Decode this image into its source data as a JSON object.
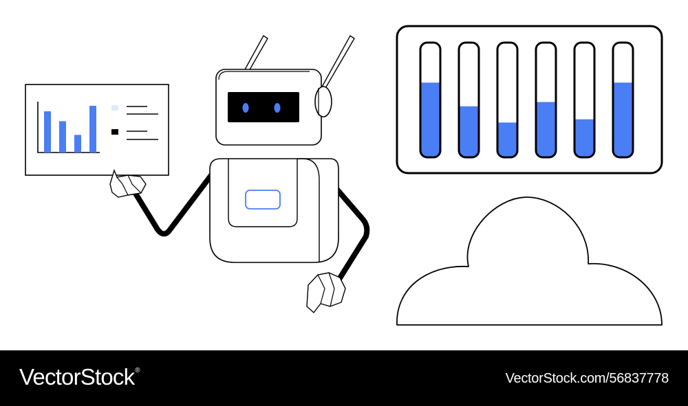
{
  "colors": {
    "accent": "#4a7ef5",
    "accent_light": "#dfe9fb",
    "outline": "#000000",
    "background": "#ffffff",
    "footer_bg": "#000000"
  },
  "icons": [
    "robot-icon",
    "bar-chart-card-icon",
    "level-meter-panel-icon",
    "cloud-icon"
  ],
  "mini_chart": {
    "bar_levels": [
      0.75,
      0.57,
      0.32,
      0.85
    ]
  },
  "level_panel": {
    "levels": [
      0.68,
      0.46,
      0.31,
      0.5,
      0.34,
      0.68
    ]
  },
  "footer": {
    "brand": "VectorStock",
    "brand_mark": "®",
    "image_id": "VectorStock.com/56837778"
  }
}
